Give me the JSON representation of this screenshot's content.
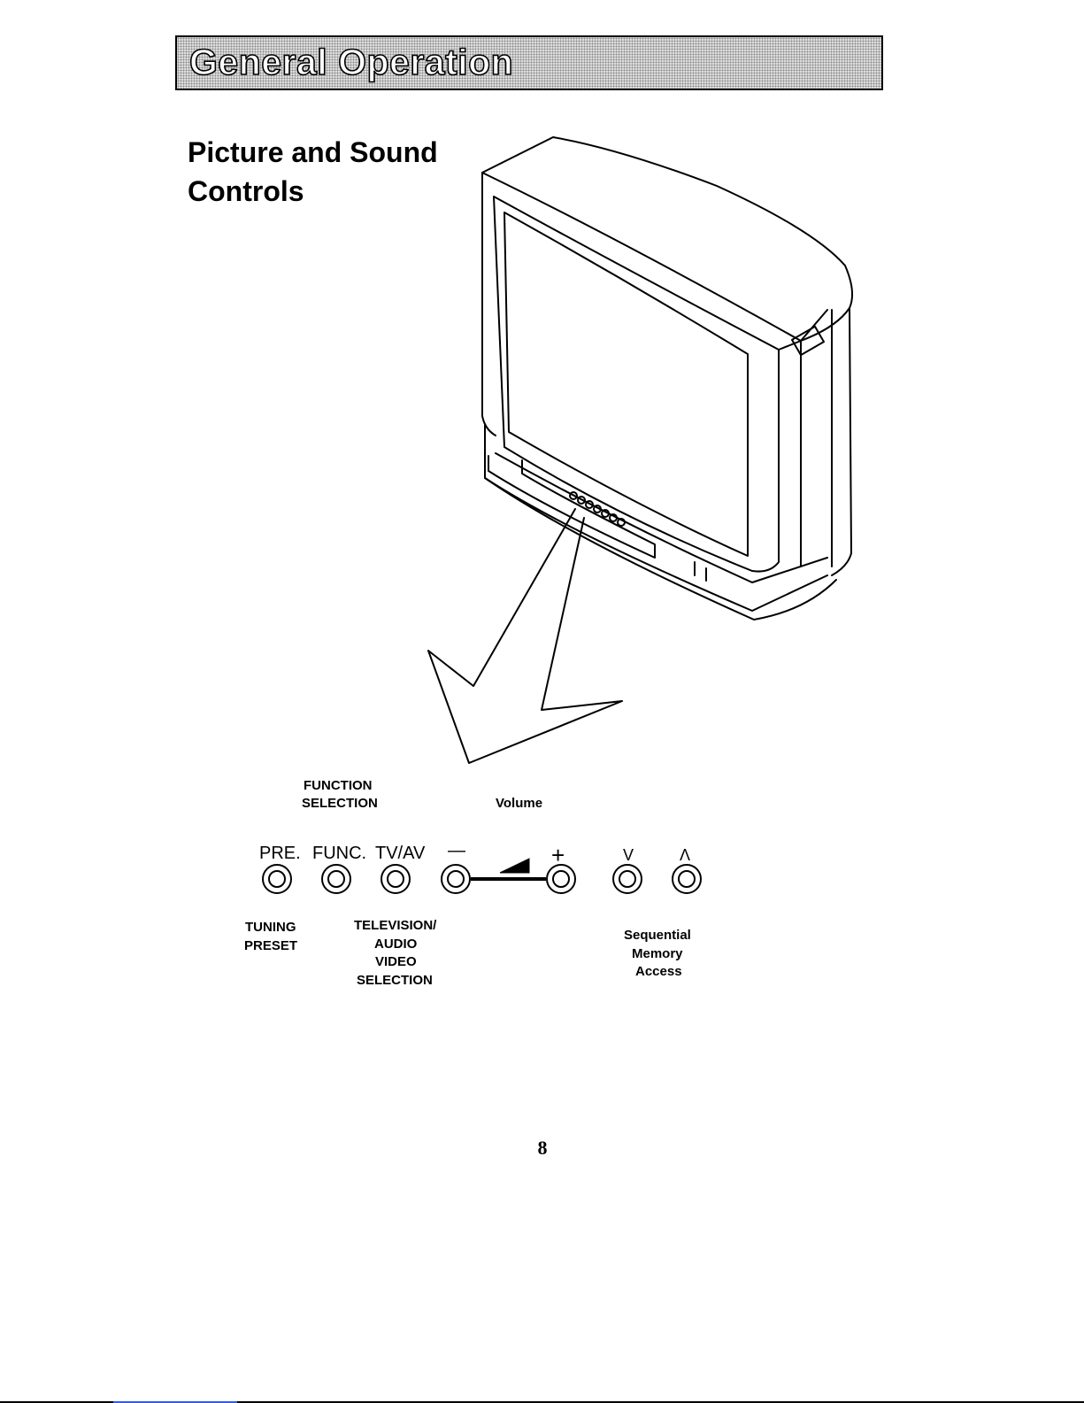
{
  "header": {
    "title": "General Operation"
  },
  "section": {
    "title_line1": "Picture and Sound",
    "title_line2": "Controls"
  },
  "labels": {
    "function_line1": "FUNCTION",
    "function_line2": "SELECTION",
    "volume": "Volume",
    "tuning_line1": "TUNING",
    "tuning_line2": "PRESET",
    "tvav_line1": "TELEVISION/",
    "tvav_line2": "AUDIO",
    "tvav_line3": "VIDEO",
    "tvav_line4": "SELECTION",
    "seq_line1": "Sequential",
    "seq_line2": "Memory",
    "seq_line3": "Access"
  },
  "buttons": {
    "pre": "PRE.",
    "func": "FUNC.",
    "tvav": "TV/AV",
    "minus": "—",
    "plus": "+",
    "down": "V",
    "up": "Λ"
  },
  "footer": {
    "page_number": "8"
  }
}
